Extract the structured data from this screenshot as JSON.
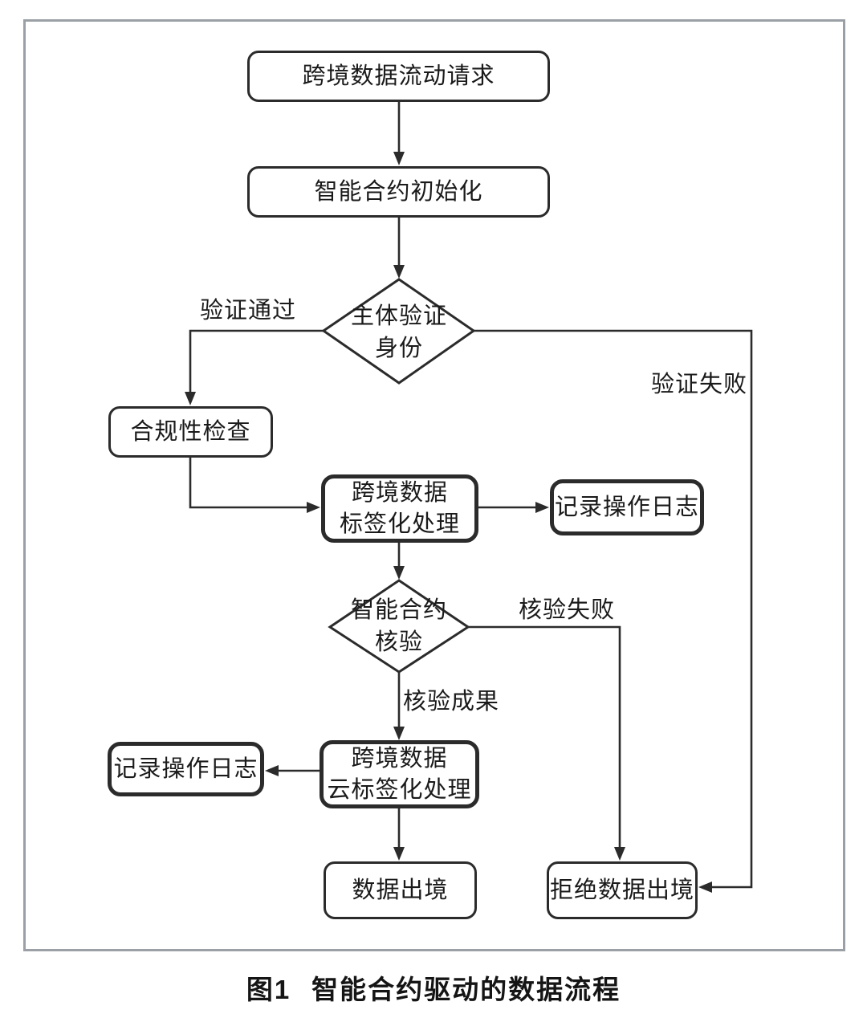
{
  "figure": {
    "caption_number": "图1",
    "caption_title": "智能合约驱动的数据流程"
  },
  "flowchart": {
    "nodes": {
      "request": {
        "label": "跨境数据流动请求"
      },
      "init": {
        "label": "智能合约初始化"
      },
      "identity_check": {
        "label": "主体验证\n身份"
      },
      "compliance": {
        "label": "合规性检查"
      },
      "tagging": {
        "label": "跨境数据\n标签化处理"
      },
      "log_right": {
        "label": "记录操作日志"
      },
      "contract_verify": {
        "label": "智能合约\n核验"
      },
      "cloud_tagging": {
        "label": "跨境数据\n云标签化处理"
      },
      "log_left": {
        "label": "记录操作日志"
      },
      "data_export": {
        "label": "数据出境"
      },
      "reject_export": {
        "label": "拒绝数据出境"
      }
    },
    "edge_labels": {
      "pass": "验证通过",
      "fail": "验证失败",
      "verify_fail": "核验失败",
      "verify_success": "核验成果"
    }
  },
  "colors": {
    "line": "#2b2b2b",
    "frame_border": "#9aa0a5",
    "text": "#1a1a1a",
    "background": "#ffffff"
  }
}
